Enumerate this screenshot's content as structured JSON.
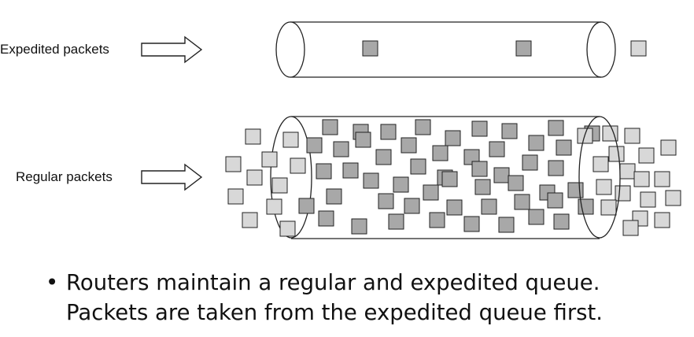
{
  "labels": {
    "expedited": "Expedited packets",
    "regular": "Regular packets"
  },
  "bullet": {
    "marker": "•",
    "line1": "Routers maintain a regular and expedited queue.",
    "line2": "Packets are taken from the expedited queue first."
  },
  "colors": {
    "packet_inside": "#a8a8a8",
    "packet_outside": "#d8d8d8",
    "stroke": "#222222"
  }
}
